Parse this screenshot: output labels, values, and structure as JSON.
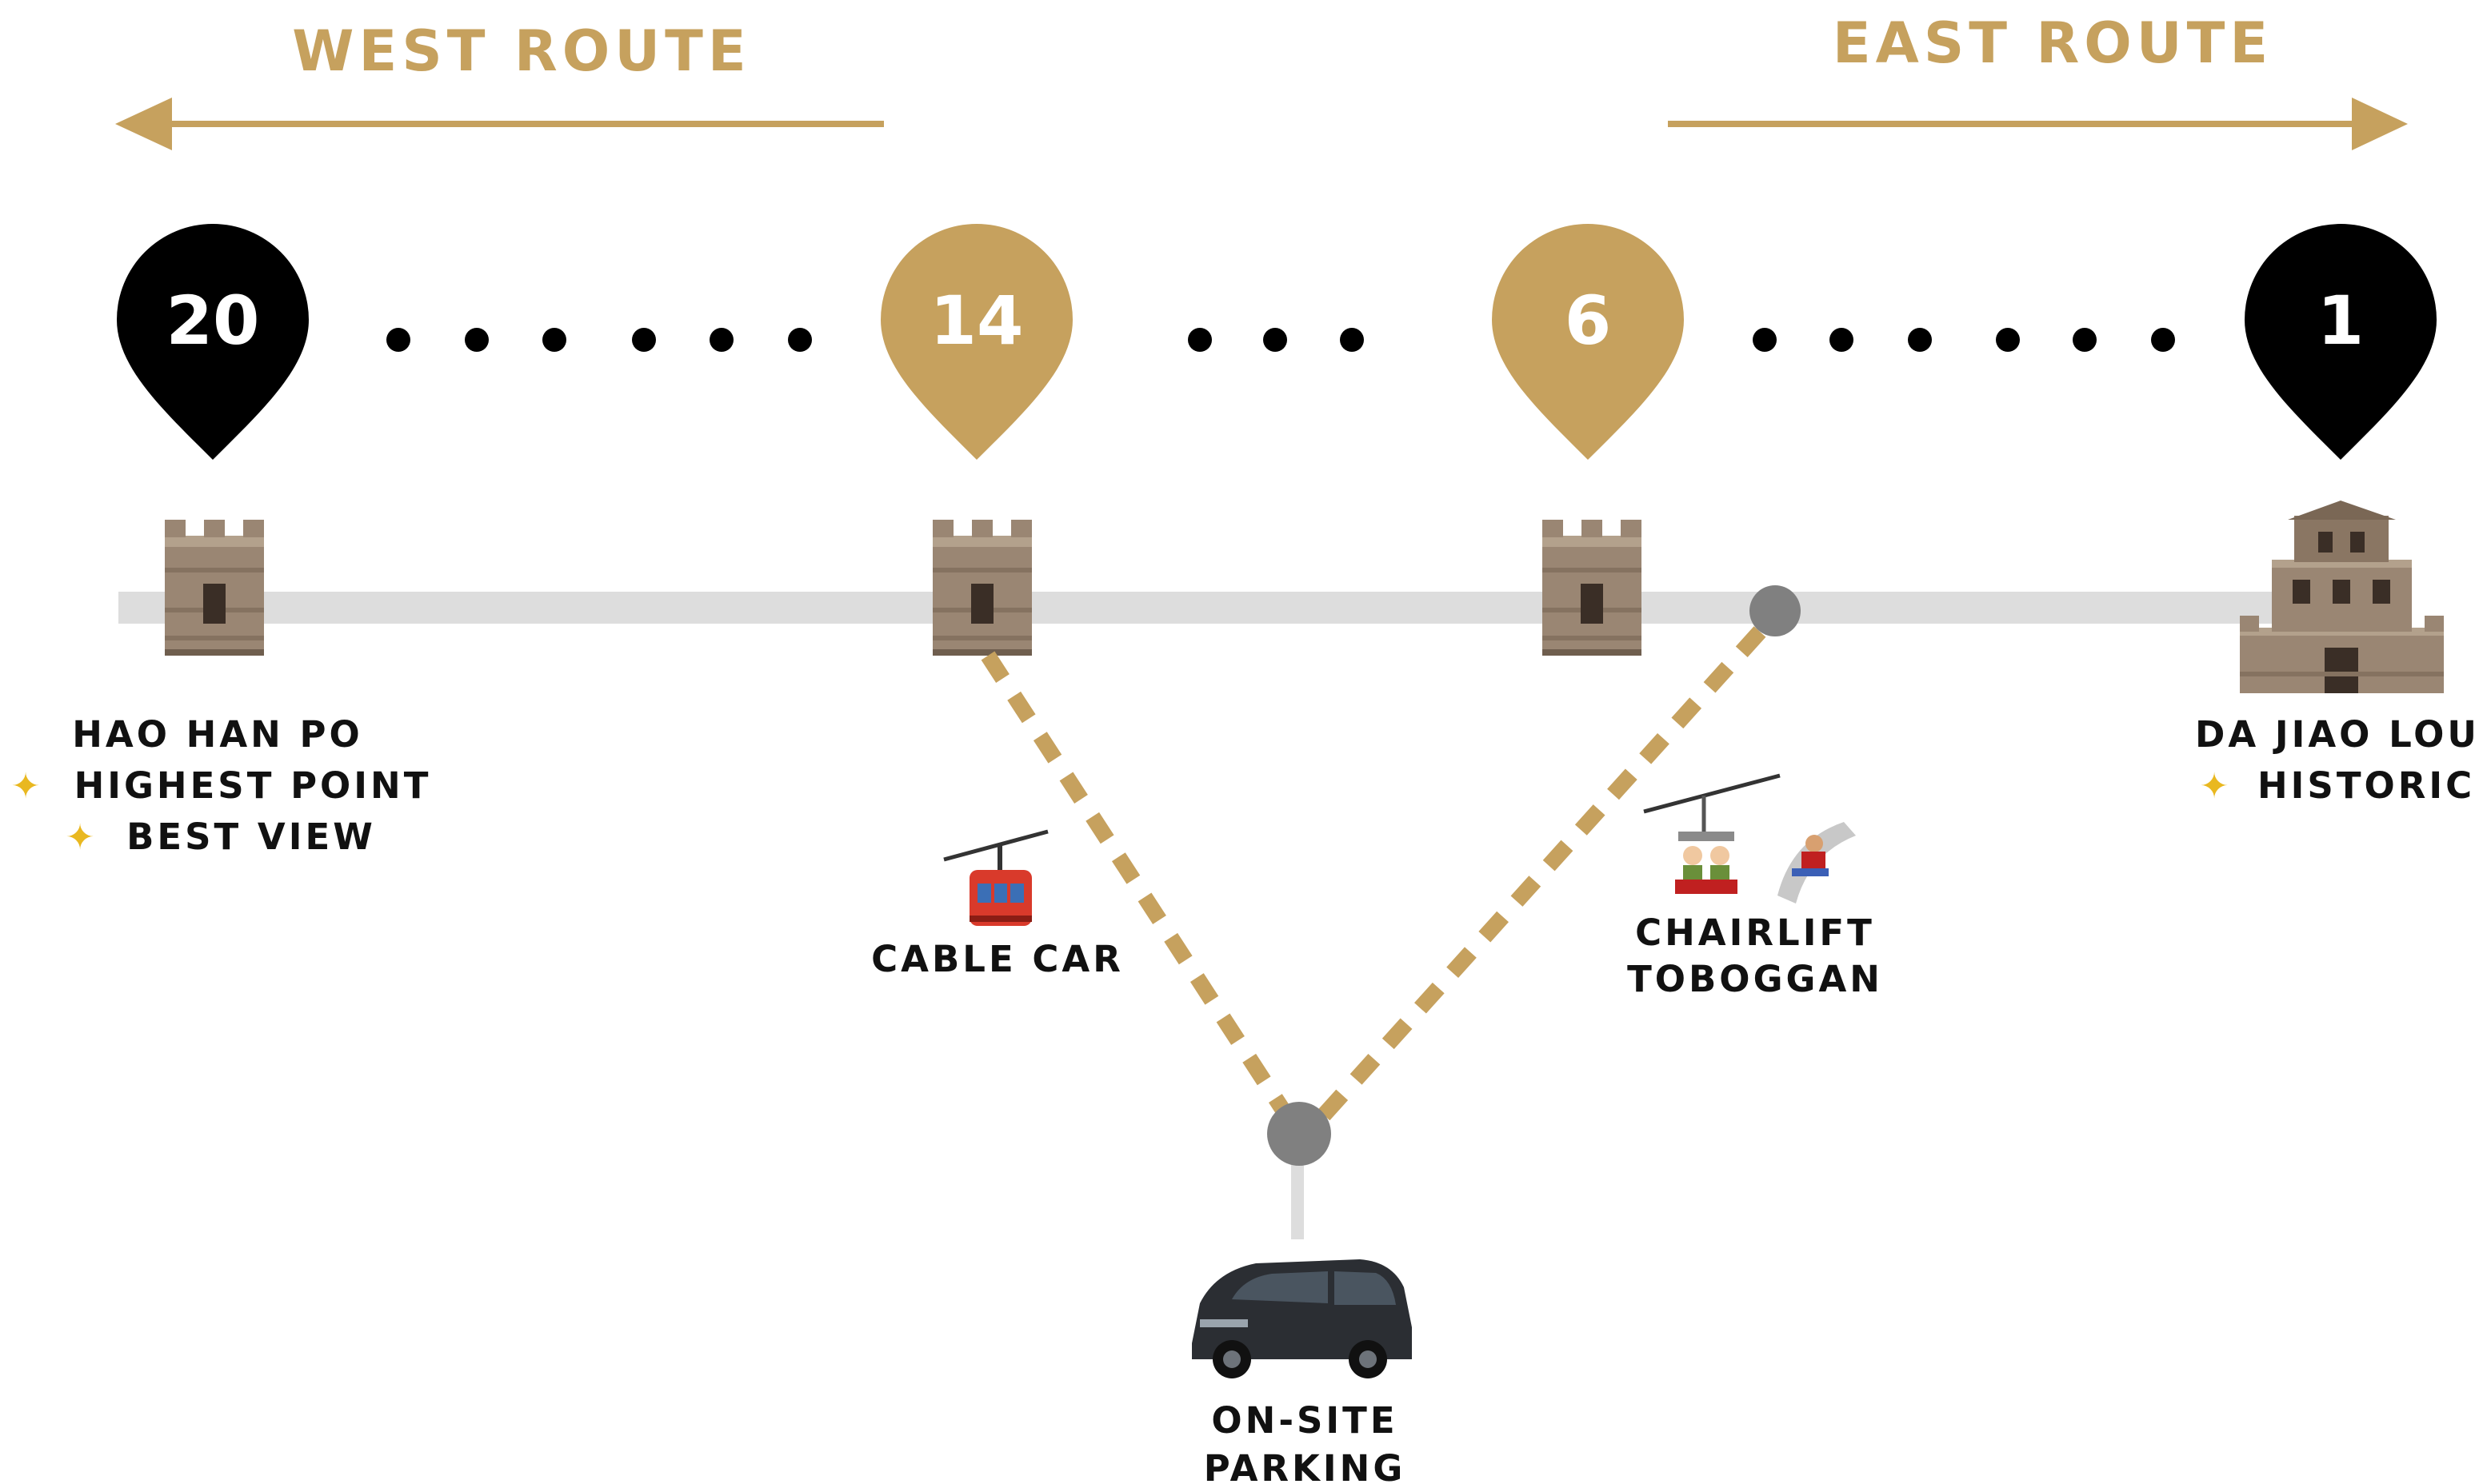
{
  "routes": {
    "west": {
      "label": "WEST ROUTE"
    },
    "east": {
      "label": "EAST ROUTE"
    }
  },
  "towers": [
    {
      "number": "20",
      "pin_color": "#000000"
    },
    {
      "number": "14",
      "pin_color": "#c6a15e"
    },
    {
      "number": "6",
      "pin_color": "#c6a15e"
    },
    {
      "number": "1",
      "pin_color": "#000000"
    }
  ],
  "locations": {
    "hao_han_po": {
      "name": "HAO HAN PO",
      "tag1": "HIGHEST POINT",
      "tag2": "BEST VIEW"
    },
    "da_jiao_lou": {
      "name": "DA JIAO LOU",
      "tag1": "HISTORIC"
    }
  },
  "transport": {
    "cable_car": {
      "label": "CABLE CAR"
    },
    "chairlift": {
      "line1": "CHAIRLIFT",
      "line2": "TOBOGGAN"
    },
    "parking": {
      "line1": "ON-SITE",
      "line2": "PARKING"
    }
  },
  "icons": {
    "tower": "watchtower-icon",
    "main_tower": "great-wall-tower-icon",
    "cable_car": "cable-car-icon",
    "chairlift": "chairlift-icon",
    "toboggan": "toboggan-icon",
    "car": "minivan-icon",
    "sparkle": "sparkle-icon"
  },
  "colors": {
    "gold": "#c6a15e",
    "black": "#000000",
    "wall": "#dddddd",
    "node": "#808080"
  }
}
